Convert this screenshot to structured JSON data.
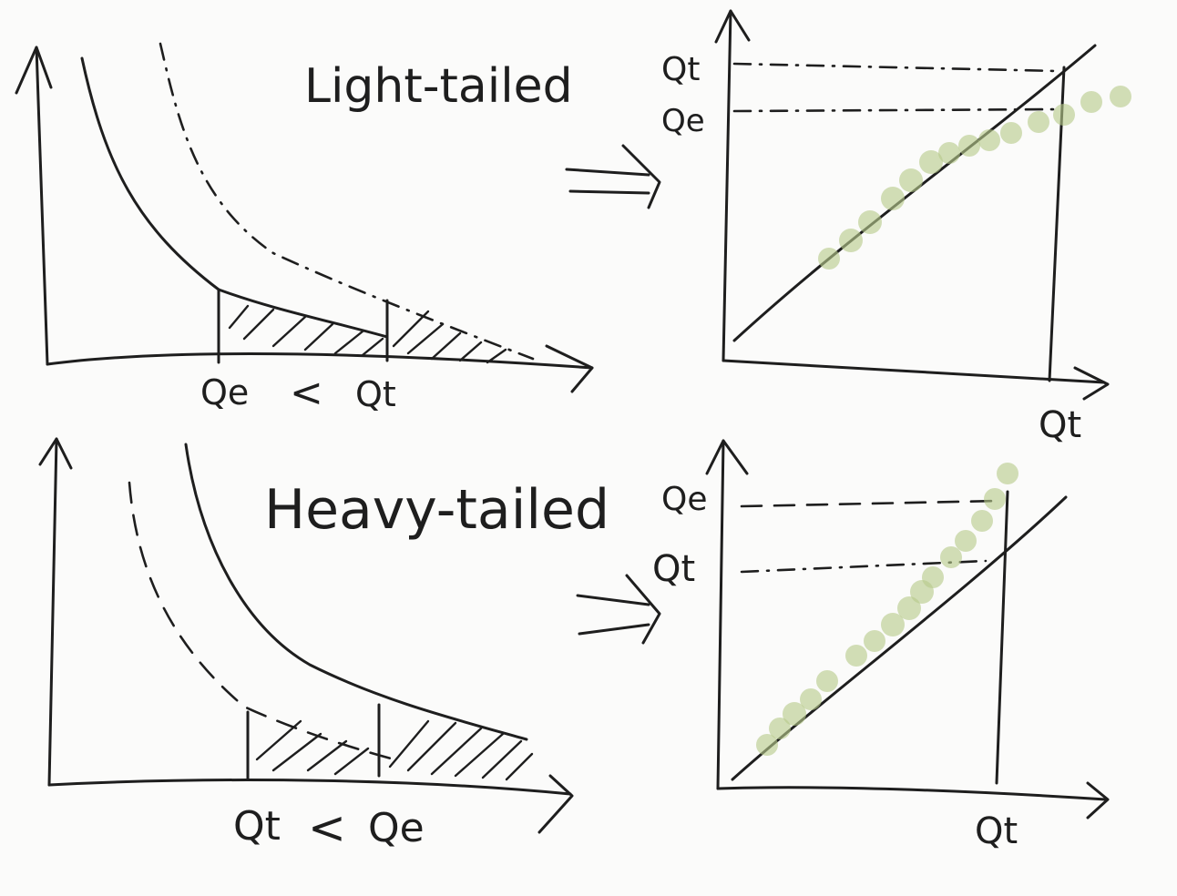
{
  "top": {
    "title": "Light-tailed",
    "relation": {
      "left": "Qe",
      "symbol": "<",
      "right": "Qt"
    },
    "qq": {
      "y_high": "Qt",
      "y_low": "Qe",
      "x_label": "Qt"
    }
  },
  "bottom": {
    "title": "Heavy-tailed",
    "relation": {
      "left": "Qt",
      "symbol": "<",
      "right": "Qe"
    },
    "qq": {
      "y_high": "Qe",
      "y_low": "Qt",
      "x_label": "Qt"
    }
  },
  "colors": {
    "ink": "#1e1e1e",
    "points": "#b6c98b",
    "background": "#fbfbfa"
  },
  "icons": {
    "arrow": "double-arrow-icon"
  }
}
